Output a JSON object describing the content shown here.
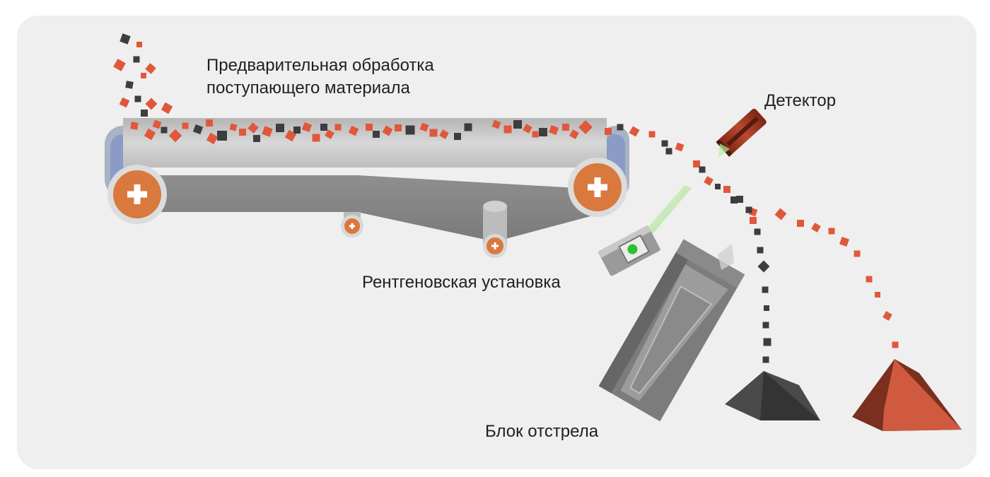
{
  "labels": {
    "preprocessing_line1": "Предварительная обработка",
    "preprocessing_line2": "поступающего материала",
    "detector": "Детектор",
    "xray_unit": "Рентгеновская установка",
    "ejector_block": "Блок отстрела"
  },
  "colors": {
    "background": "#efefef",
    "ore_orange": "#e0583b",
    "waste_dark": "#3d3d3d",
    "belt_gray": "#8a8a8a",
    "roller_orange": "#d9793e",
    "pile_orange": "#c9553c",
    "pile_dark": "#3b3b3b",
    "beam_green": "#7cd65a"
  }
}
